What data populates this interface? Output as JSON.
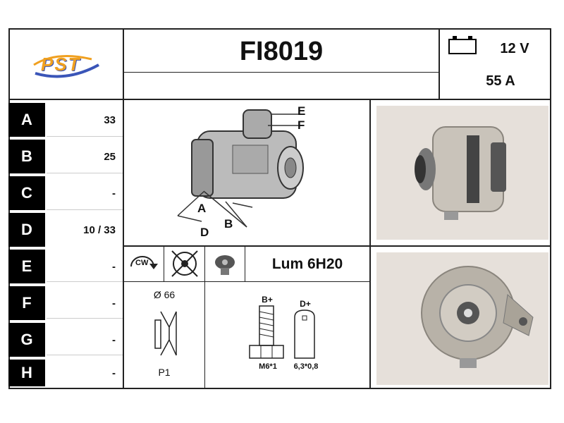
{
  "header": {
    "logo_text": "PST",
    "part_number": "FI8019",
    "voltage": "12 V",
    "current": "55 A",
    "battery_icon": "battery-icon"
  },
  "specs": [
    {
      "letter": "A",
      "value": "33"
    },
    {
      "letter": "B",
      "value": "25"
    },
    {
      "letter": "C",
      "value": "-"
    },
    {
      "letter": "D",
      "value": "10 / 33"
    },
    {
      "letter": "E",
      "value": "-"
    },
    {
      "letter": "F",
      "value": "-"
    },
    {
      "letter": "G",
      "value": "-"
    },
    {
      "letter": "H",
      "value": "-"
    }
  ],
  "diagram": {
    "label_a": "A",
    "label_b": "B",
    "label_d": "D",
    "label_e": "E",
    "label_f": "F"
  },
  "icons_row": {
    "rotation": "CW",
    "regulator": "Lum 6H20"
  },
  "pulley": {
    "diameter": "Ø 66",
    "type": "P1"
  },
  "terminals": {
    "b_label": "B+",
    "b_size": "M6*1",
    "d_label": "D+",
    "d_size": "6,3*0,8"
  },
  "colors": {
    "logo_blue": "#3a55b8",
    "logo_orange": "#f0a020",
    "header_black": "#000000"
  }
}
